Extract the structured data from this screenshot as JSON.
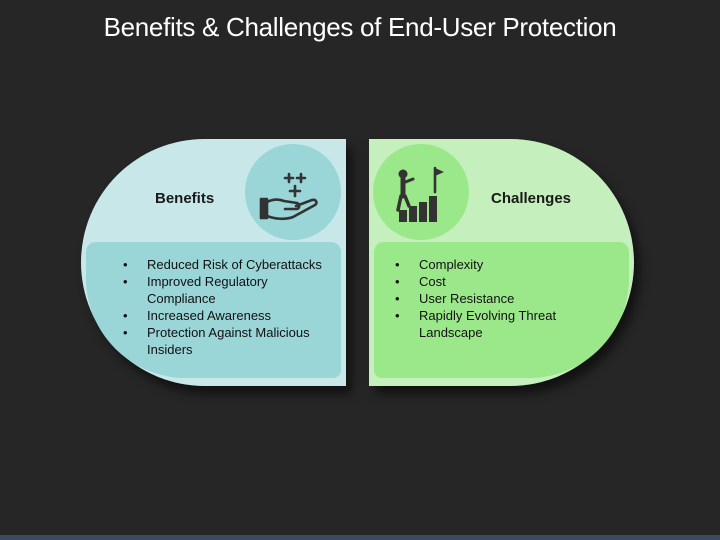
{
  "title": "Benefits & Challenges of End-User Protection",
  "benefits": {
    "heading": "Benefits",
    "icon": "hand-sparkles-icon",
    "items": [
      "Reduced Risk of Cyberattacks",
      "Improved Regulatory Compliance",
      "Increased Awareness",
      "Protection Against Malicious Insiders"
    ]
  },
  "challenges": {
    "heading": "Challenges",
    "icon": "climbing-steps-flag-icon",
    "items": [
      "Complexity",
      "Cost",
      "User Resistance",
      "Rapidly Evolving Threat Landscape"
    ]
  },
  "colors": {
    "background": "#262626",
    "benefits_outer": "#c7e7e9",
    "benefits_inner": "#9ad5d7",
    "challenges_outer": "#c5efbc",
    "challenges_inner": "#9be88a",
    "icon_stroke": "#333333"
  }
}
